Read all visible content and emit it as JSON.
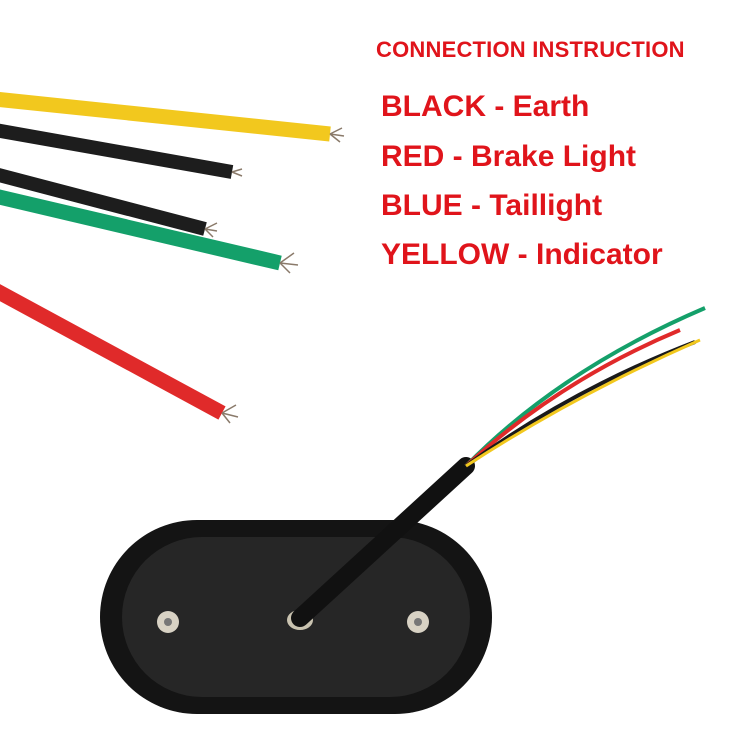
{
  "instruction": {
    "title": "CONNECTION INSTRUCTION",
    "lines": [
      "BLACK - Earth",
      "RED - Brake Light",
      "BLUE - Taillight",
      "YELLOW - Indicator"
    ]
  },
  "colors": {
    "text": "#e0141b",
    "yellow_wire": "#f2c81e",
    "black_wire": "#1a1a1a",
    "green_wire": "#14a06a",
    "red_wire": "#e02a2a"
  }
}
